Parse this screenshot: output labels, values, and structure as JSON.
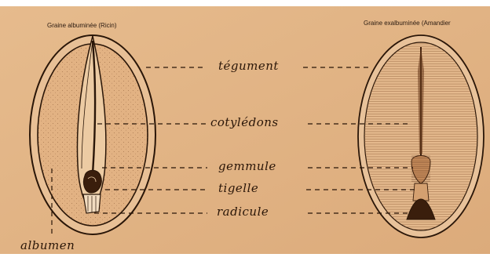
{
  "diagram": {
    "left_caption": "Graine albuminée (Ricin)",
    "right_caption": "Graine exalbuminée (Amandier",
    "labels": {
      "tegument": "tégument",
      "cotyledons": "cotylédons",
      "gemmule": "gemmule",
      "tigelle": "tigelle",
      "radicule": "radicule",
      "albumen": "albumen"
    },
    "colors": {
      "paper": "#e3b587",
      "paper_light": "#ebc49a",
      "ink": "#2a1608",
      "dark_fill": "#3a1e0c"
    }
  }
}
